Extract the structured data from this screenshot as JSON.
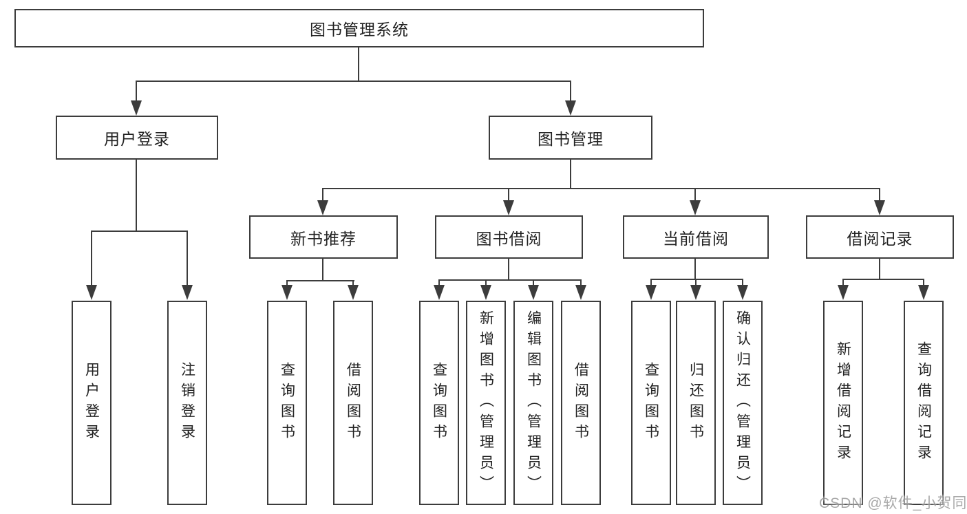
{
  "page": {
    "background": "#ffffff",
    "line_color": "#3c3c3c",
    "text_color": "#222222",
    "watermark_color": "#9b9b9b"
  },
  "diagram": {
    "root": {
      "label": "图书管理系统"
    },
    "level2": [
      {
        "label": "用户登录"
      },
      {
        "label": "图书管理"
      }
    ],
    "level3": [
      {
        "label": "新书推荐"
      },
      {
        "label": "图书借阅"
      },
      {
        "label": "当前借阅"
      },
      {
        "label": "借阅记录"
      }
    ],
    "leaves": [
      {
        "label": "用户登录"
      },
      {
        "label": "注销登录"
      },
      {
        "label": "查询图书"
      },
      {
        "label": "借阅图书"
      },
      {
        "label": "查询图书"
      },
      {
        "label": "新增图书（管理员）"
      },
      {
        "label": "编辑图书（管理员）"
      },
      {
        "label": "借阅图书"
      },
      {
        "label": "查询图书"
      },
      {
        "label": "归还图书"
      },
      {
        "label": "确认归还（管理员）"
      },
      {
        "label": "新增借阅记录"
      },
      {
        "label": "查询借阅记录"
      }
    ]
  },
  "watermark": {
    "text": "CSDN @软件_小贺同学"
  }
}
